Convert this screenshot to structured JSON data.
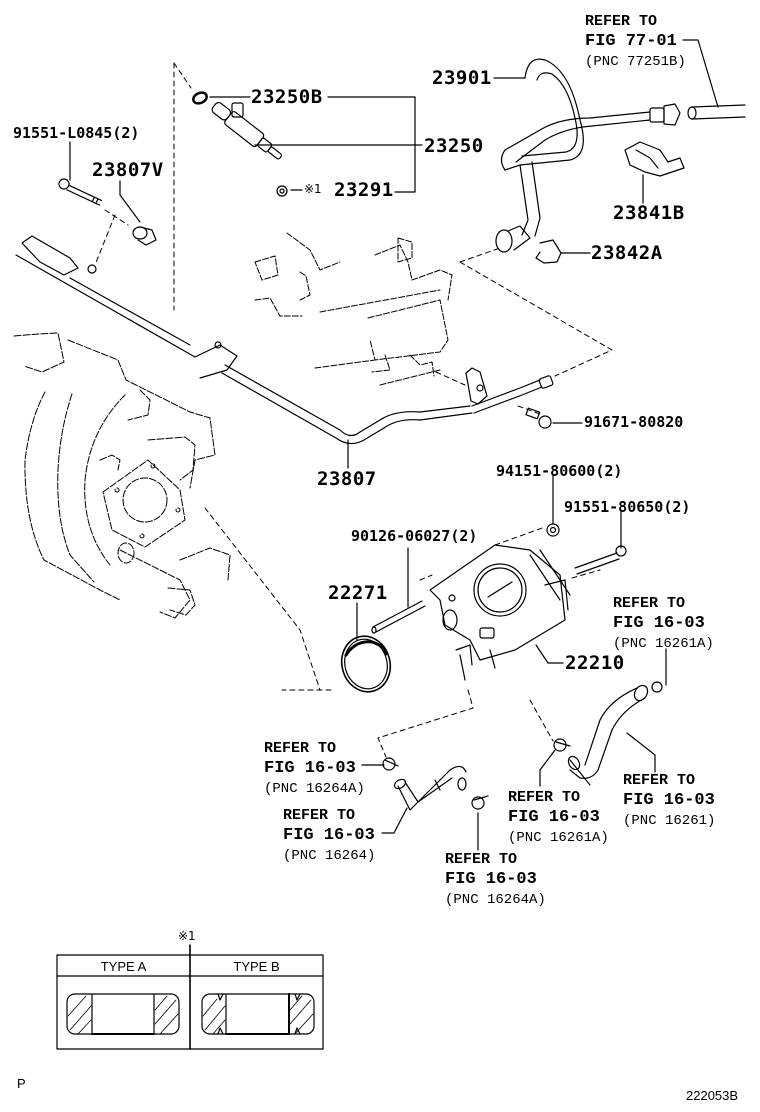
{
  "diagram": {
    "title": "Throttle body & fuel injection parts diagram",
    "illustration_code": "222053B",
    "page_marker": "P",
    "part_labels": {
      "p23250b": "23250B",
      "p23250": "23250",
      "p23291": "23291",
      "p23291_note": "※1",
      "p91551_l0845": "91551-L0845(2)",
      "p23807v": "23807V",
      "p23901": "23901",
      "p23841b": "23841B",
      "p23842a": "23842A",
      "p23807": "23807",
      "p91671_80820": "91671-80820",
      "p94151_80600": "94151-80600(2)",
      "p91551_80650": "91551-80650(2)",
      "p90126_06027": "90126-06027(2)",
      "p22271": "22271",
      "p22210": "22210"
    },
    "references": [
      {
        "id": "ref-77-01",
        "line1": "REFER TO",
        "line2": "FIG 77-01",
        "line3": "(PNC 77251B)"
      },
      {
        "id": "ref-16261a-top",
        "line1": "REFER TO",
        "line2": "FIG 16-03",
        "line3": "(PNC 16261A)"
      },
      {
        "id": "ref-16264a-left",
        "line1": "REFER TO",
        "line2": "FIG 16-03",
        "line3": "(PNC 16264A)"
      },
      {
        "id": "ref-16264",
        "line1": "REFER TO",
        "line2": "FIG 16-03",
        "line3": "(PNC 16264)"
      },
      {
        "id": "ref-16264a-bottom",
        "line1": "REFER TO",
        "line2": "FIG 16-03",
        "line3": "(PNC 16264A)"
      },
      {
        "id": "ref-16261a-mid",
        "line1": "REFER TO",
        "line2": "FIG 16-03",
        "line3": "(PNC 16261A)"
      },
      {
        "id": "ref-16261",
        "line1": "REFER TO",
        "line2": "FIG 16-03",
        "line3": "(PNC 16261)"
      }
    ],
    "type_table": {
      "note": "※1",
      "columns": [
        "TYPE A",
        "TYPE B"
      ]
    }
  }
}
